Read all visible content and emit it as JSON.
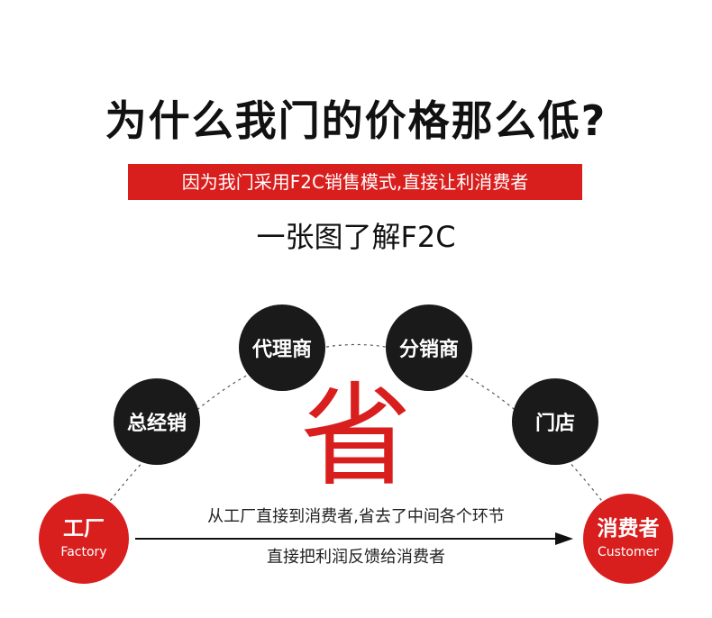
{
  "title": "为什么我门的价格那么低?",
  "banner": "因为我门采用F2C销售模式,直接让利消费者",
  "subtitle": "一张图了解F2C",
  "nodes": {
    "factory": {
      "cn": "工厂",
      "en": "Factory"
    },
    "distributor": "总经销",
    "agent": "代理商",
    "reseller": "分销商",
    "store": "门店",
    "consumer": {
      "cn": "消费者",
      "en": "Customer"
    }
  },
  "save_char": "省",
  "caption_top": "从工厂直接到消费者,省去了中间各个环节",
  "caption_bottom": "直接把利润反馈给消费者",
  "colors": {
    "accent": "#d91e1e",
    "dark": "#1a1a1a",
    "text": "#111111"
  }
}
